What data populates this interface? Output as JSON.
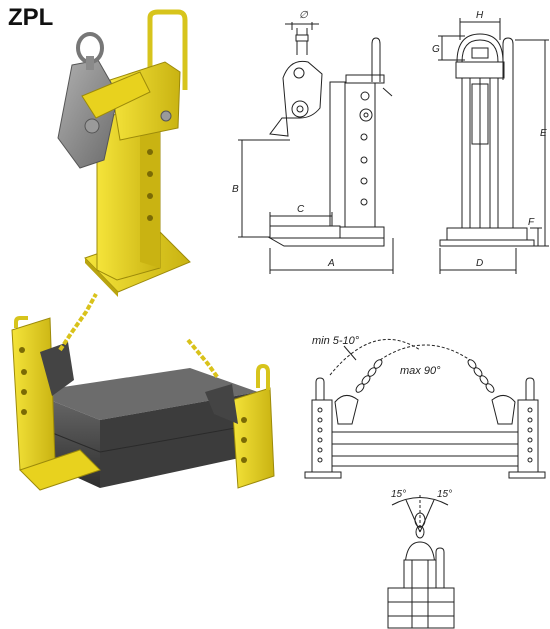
{
  "header": {
    "title": "ZPL"
  },
  "dimensions": {
    "diameter": "∅",
    "h": "H",
    "g": "G",
    "b": "B",
    "c": "C",
    "a": "A",
    "e": "E",
    "f": "F",
    "d": "D"
  },
  "angles": {
    "min": "min 5-10°",
    "max": "max 90°",
    "tilt_left": "15°",
    "tilt_right": "15°"
  },
  "colors": {
    "clamp_yellow": "#e8d21e",
    "clamp_dark": "#b9a40f",
    "jaw_grey": "#8a8a8a",
    "load_dark": "#4a4a4a",
    "chain_yellow": "#d9c21a",
    "line": "#222222"
  }
}
